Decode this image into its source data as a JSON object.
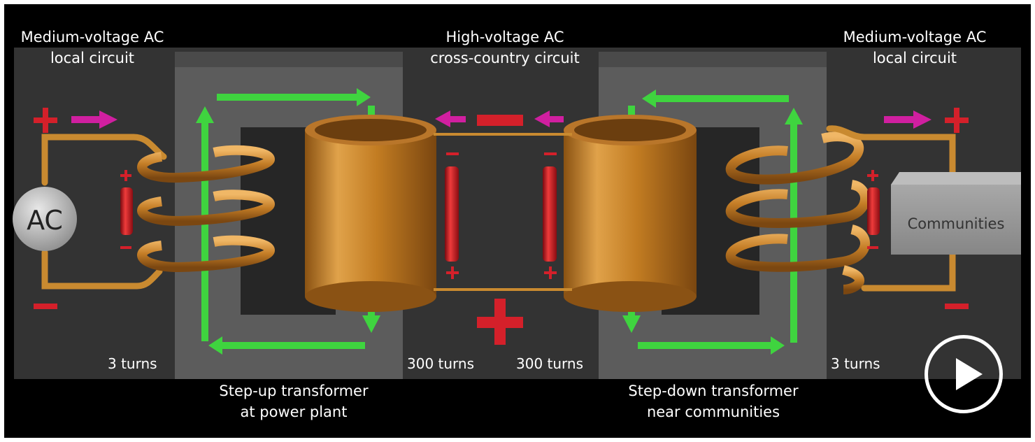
{
  "labels": {
    "left_circuit_line1": "Medium-voltage AC",
    "left_circuit_line2": "local circuit",
    "mid_circuit_line1": "High-voltage AC",
    "mid_circuit_line2": "cross-country circuit",
    "right_circuit_line1": "Medium-voltage AC",
    "right_circuit_line2": "local circuit",
    "ac_source": "AC",
    "communities": "Communities",
    "turns_left_primary": "3 turns",
    "turns_left_secondary": "300 turns",
    "turns_right_primary": "300 turns",
    "turns_right_secondary": "3 turns",
    "stepup_line1": "Step-up transformer",
    "stepup_line2": "at power plant",
    "stepdown_line1": "Step-down transformer",
    "stepdown_line2": "near communities"
  },
  "colors": {
    "background": "#000000",
    "core": "#5a5a5a",
    "copper": "#c8862a",
    "flux_arrow": "#3fd43f",
    "current_arrow": "#d01fa0",
    "sign": "#d4202a"
  },
  "icons": {
    "play": "play-icon"
  }
}
